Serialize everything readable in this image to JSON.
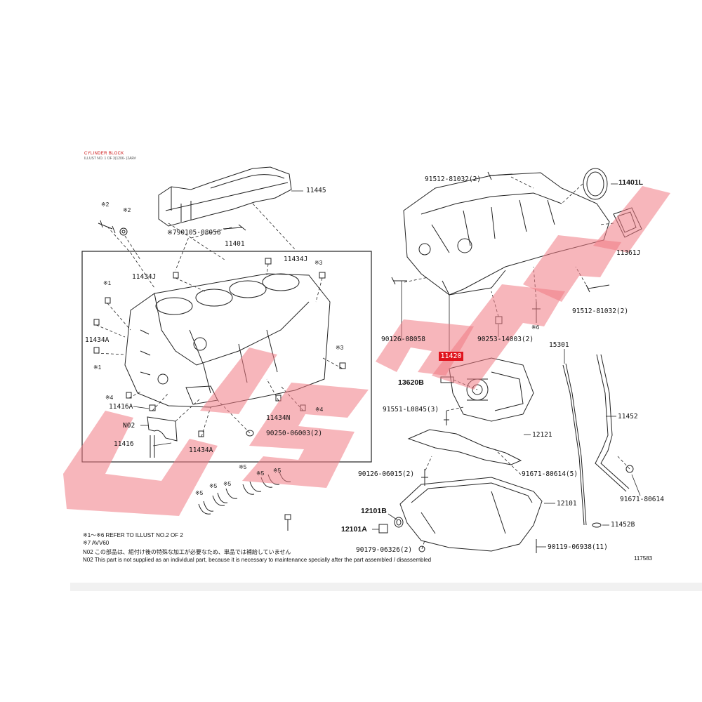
{
  "header": {
    "title": "CYLINDER BLOCK",
    "subtitle": "ILLUST NO. 1 OF 3(1206- )2AR#"
  },
  "labels": {
    "p11445": "11445",
    "p79010508056": "※790105-08056",
    "p11401": "11401",
    "n2a": "※2",
    "n2b": "※2",
    "p11434J_top": "11434J",
    "n3a": "※3",
    "p11434J_left": "11434J",
    "n1a": "※1",
    "p11434A_left": "11434A",
    "n1b": "※1",
    "n3b": "※3",
    "n4a": "※4",
    "p11416A": "11416A",
    "pN02": "N02",
    "p11416": "11416",
    "p11434N": "11434N",
    "n4b": "※4",
    "p9025006003": "90250-06003(2)",
    "p11434A_bottom": "11434A",
    "n5a": "※5",
    "n5b": "※5",
    "n5c": "※5",
    "n5d": "※5",
    "n5e": "※5",
    "n5f": "※5",
    "p9151281032_top": "91512-81032(2)",
    "p11401L": "11401L",
    "p11361J": "11361J",
    "p9151281032_right": "91512-81032(2)",
    "p9012608058": "90126-08058",
    "p9025314003": "90253-14003(2)",
    "n6": "※6",
    "p11420": "11420",
    "p15301": "15301",
    "p13620B": "13620B",
    "p9155108045": "91551-L0845(3)",
    "p11452": "11452",
    "p12121": "12121",
    "p9012606015": "90126-06015(2)",
    "p9167180614_5": "91671-80614(5)",
    "p9167180614": "91671-80614",
    "p12101B": "12101B",
    "p12101": "12101",
    "p12101A": "12101A",
    "p11452B": "11452B",
    "p9017906326": "90179-06326(2)",
    "p9011906938": "90119-06938(11)"
  },
  "notes": {
    "line1": "※1～※6 REFER TO ILLUST NO.2 OF 2",
    "line2": "※7 AVV60",
    "line3": "N02  この部品は、組付け後の特殊な加工が必要なため、単品では補給していません",
    "line4": "N02  This part is not supplied as an individual part, because it is necessary to maintenance specially after the part assembled / disassembled"
  },
  "figure_number": "117583",
  "colors": {
    "highlight": "#e0141e",
    "watermark": "#f07a84",
    "title_red": "#cc1111",
    "line": "#222222"
  },
  "watermark_text": "JBSOTJFD"
}
